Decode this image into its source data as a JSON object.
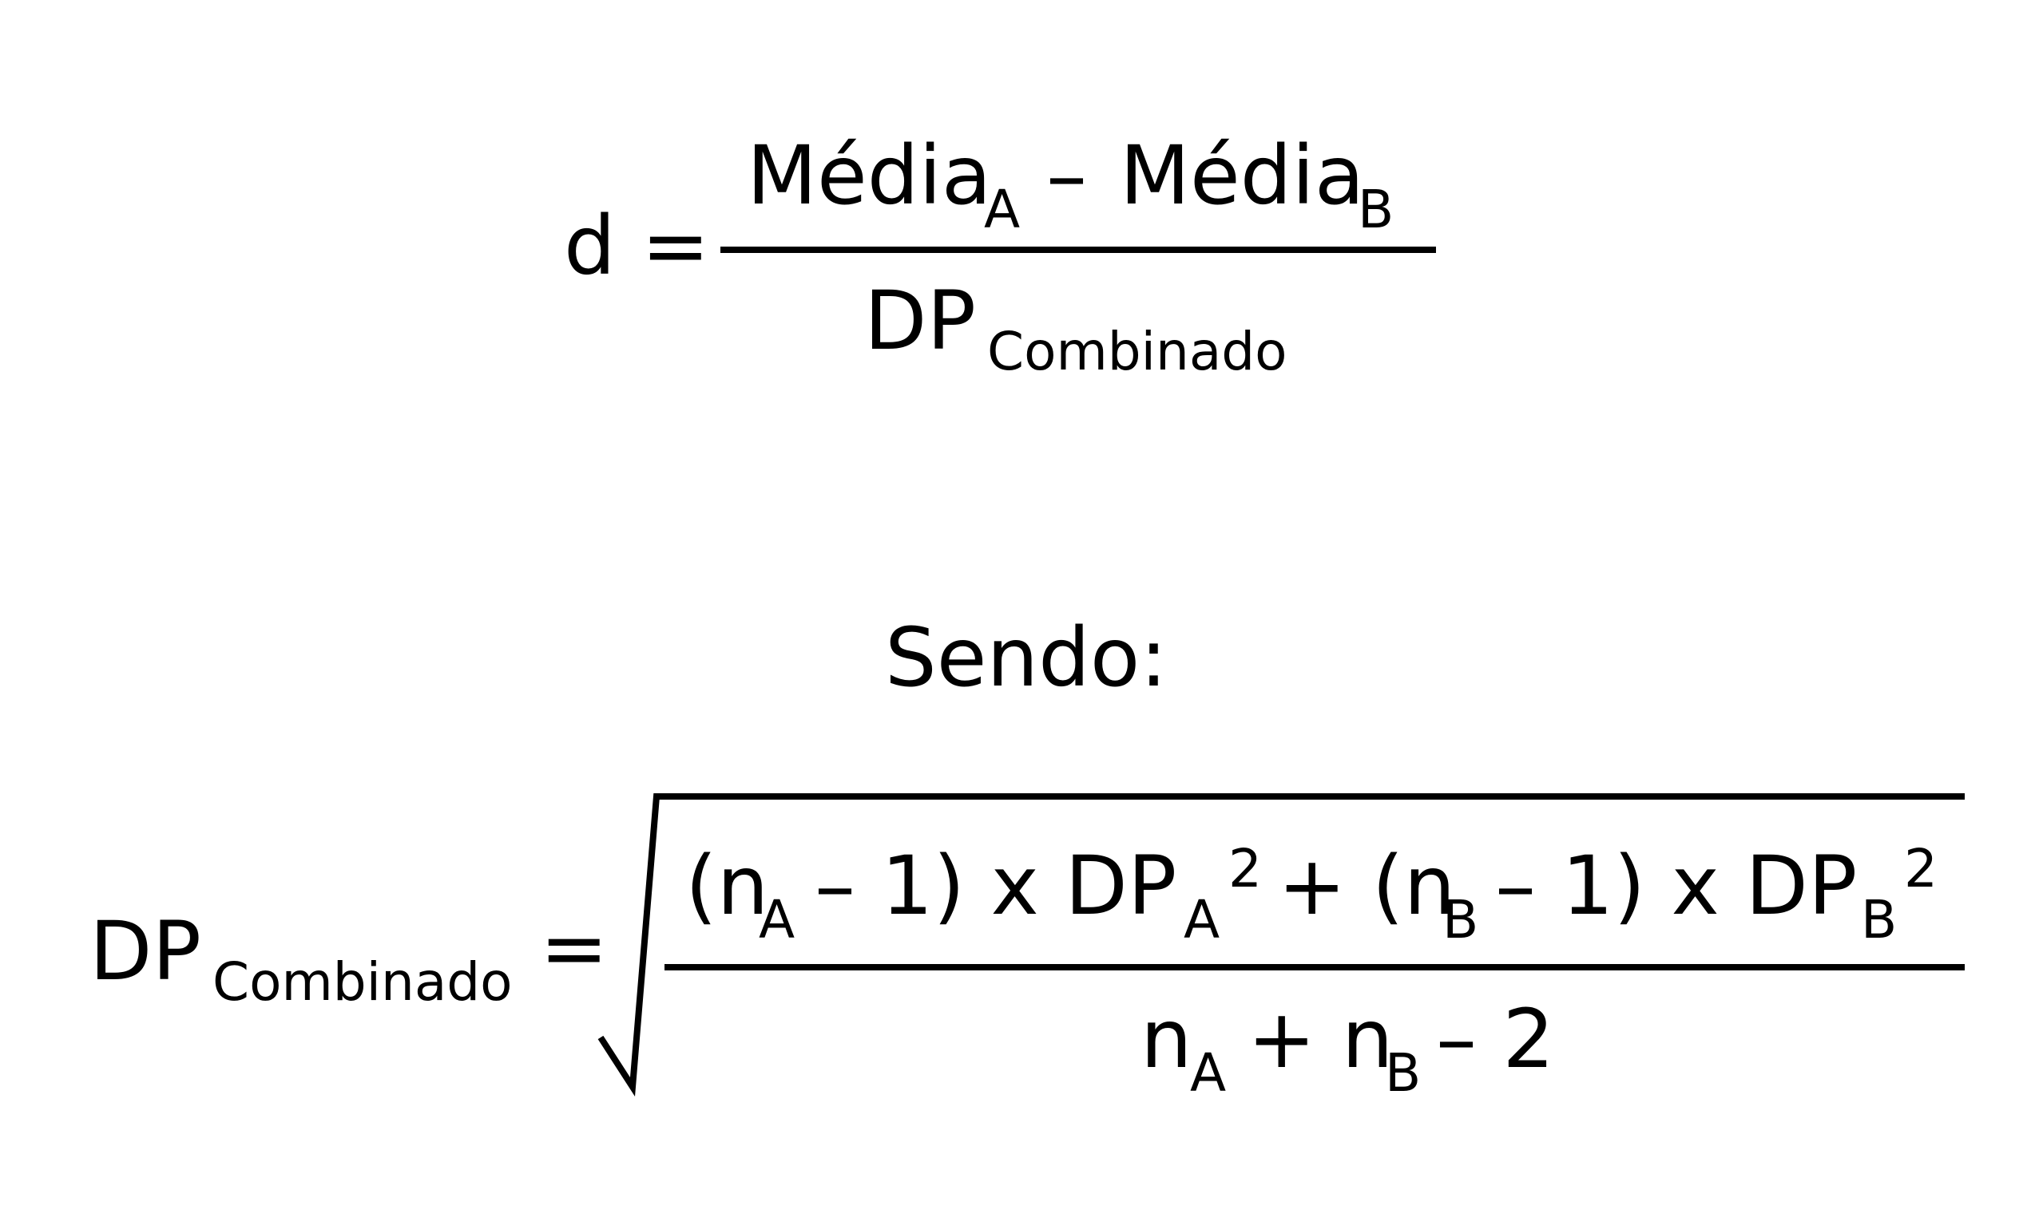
{
  "formula1": {
    "lhs": "d =",
    "numerator": {
      "term1": "Média",
      "term1_sub": "A",
      "minus": "–",
      "term2": "Média",
      "term2_sub": "B"
    },
    "denominator": {
      "main": "DP",
      "sub": "Combinado"
    }
  },
  "connector": "Sendo:",
  "formula2": {
    "lhs_main": "DP",
    "lhs_sub": "Combinado",
    "equals": "=",
    "numerator": {
      "p1": "(n",
      "p1_sub": "A",
      "p2": "– 1) x DP",
      "p2_sub": "A",
      "p2_sup": "2",
      "p3": "+ (n",
      "p3_sub": "B",
      "p4": "– 1) x DP",
      "p4_sub": "B",
      "p4_sup": "2"
    },
    "denominator": {
      "n1": "n",
      "n1_sub": "A",
      "plus": "+ n",
      "n2_sub": "B",
      "minus_two": "– 2"
    }
  }
}
